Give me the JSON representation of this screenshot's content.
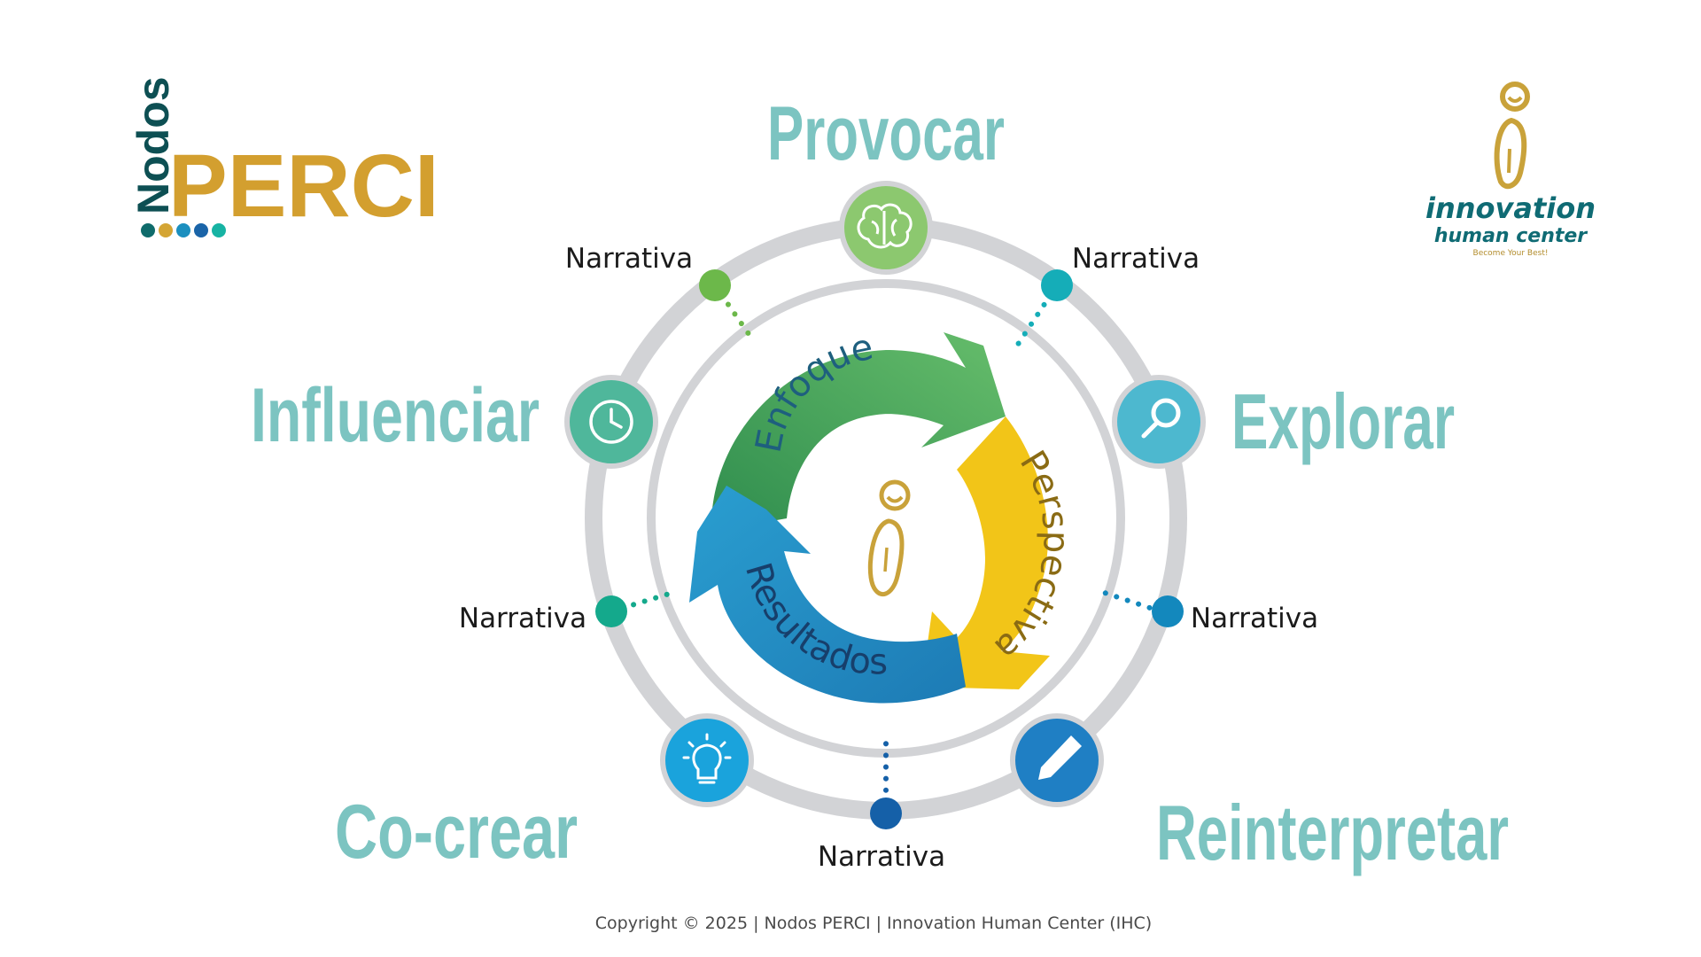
{
  "logo_left": {
    "vertical_word": "Nodos",
    "main_word": "PERCI",
    "dot_colors": [
      "#0f6b6b",
      "#d4a534",
      "#1b8fbf",
      "#1a64a8",
      "#17b3a3"
    ]
  },
  "logo_right": {
    "line1": "innovation",
    "line2": "human center",
    "tagline": "Become Your Best!"
  },
  "nodes": {
    "provocar": {
      "label": "Provocar",
      "icon": "brain-icon",
      "color": "#8cc86f"
    },
    "explorar": {
      "label": "Explorar",
      "icon": "magnifier-icon",
      "color": "#4db8cf"
    },
    "reinterpretar": {
      "label": "Reinterpretar",
      "icon": "pencil-icon",
      "color": "#1f7fc4"
    },
    "cocrear": {
      "label": "Co-crear",
      "icon": "lightbulb-icon",
      "color": "#1aa3dc"
    },
    "influenciar": {
      "label": "Influenciar",
      "icon": "clock-icon",
      "color": "#4fb79b"
    }
  },
  "narrativas": {
    "top_left": "Narrativa",
    "top_right": "Narrativa",
    "mid_left": "Narrativa",
    "mid_right": "Narrativa",
    "bottom": "Narrativa"
  },
  "narrativa_dot_colors": {
    "top_left": "#6cb84a",
    "top_right": "#15adb8",
    "mid_left": "#14a98c",
    "mid_right": "#1388bd",
    "bottom": "#1560a8"
  },
  "cycle": {
    "enfoque": "Enfoque",
    "perspectiva": "Perspectiva",
    "resultados": "Resultados",
    "enfoque_color": "#57b46a",
    "perspectiva_color": "#f2c518",
    "resultados_color": "#2b94c5"
  },
  "footer": {
    "copyright": "Copyright © 2025 | Nodos PERCI | Innovation Human Center (IHC)"
  }
}
